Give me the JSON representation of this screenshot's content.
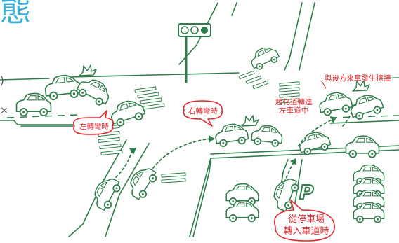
{
  "heading": {
    "fragment": "態"
  },
  "side_marks": {
    "paren": ")",
    "tick": "×"
  },
  "labels": {
    "left_turn": "左轉彎時",
    "right_turn": "右轉彎時",
    "rear_collision": "與後方來車發生擦撞",
    "lane_change": "超化道轉進\n左車道中",
    "from_parking": "從停車場\n轉入車道時",
    "parking_sign": "P"
  },
  "colors": {
    "line": "#2e7d4a",
    "accent": "#e0282e",
    "title": "#3ab0d8",
    "text_gray": "#555555"
  }
}
